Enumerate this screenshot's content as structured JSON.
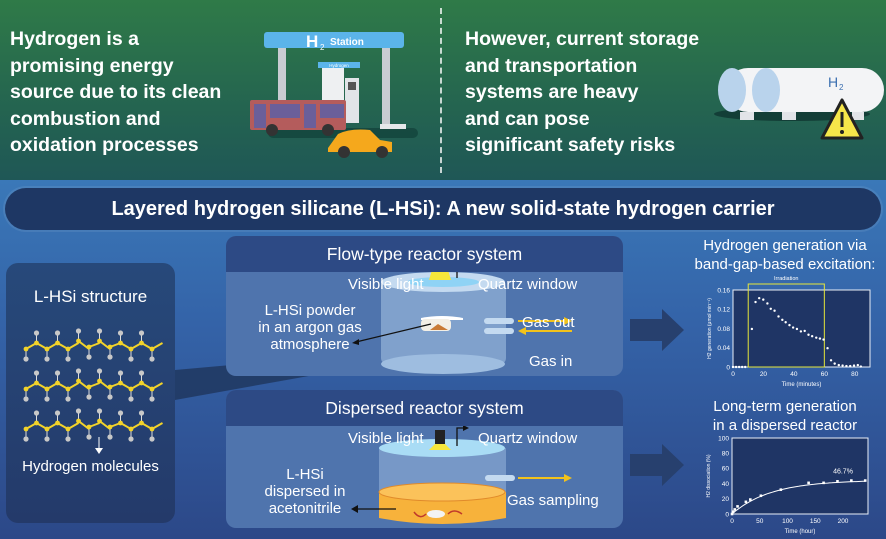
{
  "top": {
    "left_text": [
      "Hydrogen is a",
      "promising energy",
      "source due to its clean",
      "combustion and",
      "oxidation processes"
    ],
    "right_text": [
      "However, current storage",
      "and transportation",
      "systems are heavy",
      "and can pose",
      "significant safety risks"
    ],
    "station_sign": "Station",
    "station_h": "H",
    "station_sub": "2",
    "pump_label": "Hydrogen",
    "tank_label": "H",
    "tank_sub": "2"
  },
  "banner": {
    "title": "Layered hydrogen silicane (L-HSi): A new solid-state hydrogen carrier"
  },
  "structure": {
    "title": "L-HSi structure",
    "caption": "Hydrogen molecules"
  },
  "flow": {
    "title": "Flow-type reactor system",
    "visible_light": "Visible light",
    "quartz": "Quartz window",
    "powder": [
      "L-HSi powder",
      "in an argon gas",
      "atmosphere"
    ],
    "gas_out": "Gas out",
    "gas_in": "Gas in"
  },
  "dispersed": {
    "title": "Dispersed reactor system",
    "visible_light": "Visible light",
    "quartz": "Quartz window",
    "sample": [
      "L-HSi",
      "dispersed in",
      "acetonitrile"
    ],
    "gas_sampling": "Gas sampling"
  },
  "colors": {
    "light": "#f5e63a",
    "gas_arrow": "#f2c21b",
    "liquid": "#f7b23b",
    "si": "#f2d32a",
    "h": "#c8c8c8"
  },
  "chart_data": [
    {
      "type": "scatter",
      "title": [
        "Hydrogen generation via",
        "band-gap-based excitation:"
      ],
      "annotation": "Irradiation",
      "irradiation_range": [
        10,
        60
      ],
      "xlabel": "Time (minutes)",
      "ylabel": "H2 generation (μmol min⁻¹)",
      "xlim": [
        0,
        90
      ],
      "ylim": [
        0,
        0.16
      ],
      "xticks": [
        "0",
        "20",
        "40",
        "60",
        "80"
      ],
      "xtick_values": [
        0,
        20,
        40,
        60,
        80
      ],
      "yticks": [
        "0",
        "0.04",
        "0.08",
        "0.12",
        "0.16"
      ],
      "ytick_values": [
        0,
        0.04,
        0.08,
        0.12,
        0.16
      ],
      "x": [
        0,
        2,
        4,
        6,
        8,
        12.4,
        14.8,
        17.2,
        19.9,
        22.6,
        24.8,
        27.3,
        29.9,
        32.4,
        34.6,
        37.1,
        39.5,
        42,
        44.6,
        47.1,
        49.6,
        52,
        54.7,
        57.1,
        59.5,
        62.1,
        64.4,
        66.8,
        69.5,
        72,
        74.5,
        77,
        79.5,
        82,
        84
      ],
      "y": [
        0,
        0,
        0,
        0,
        0,
        0.079,
        0.135,
        0.143,
        0.14,
        0.132,
        0.121,
        0.117,
        0.105,
        0.098,
        0.093,
        0.087,
        0.082,
        0.079,
        0.074,
        0.075,
        0.067,
        0.064,
        0.061,
        0.059,
        0.057,
        0.039,
        0.014,
        0.007,
        0.004,
        0.003,
        0.002,
        0.002,
        0.003,
        0.004,
        0.001
      ]
    },
    {
      "type": "line",
      "title": [
        "Long-term generation",
        "in a dispersed reactor"
      ],
      "annotation": "46.7%",
      "xlabel": "Time (hour)",
      "ylabel": "H2 dissociation (%)",
      "xlim": [
        0,
        245
      ],
      "ylim": [
        0,
        100
      ],
      "xticks": [
        "0",
        "50",
        "100",
        "150",
        "200"
      ],
      "xtick_values": [
        0,
        50,
        100,
        150,
        200
      ],
      "yticks": [
        "0",
        "20",
        "40",
        "60",
        "80",
        "100"
      ],
      "ytick_values": [
        0,
        20,
        40,
        60,
        80,
        100
      ],
      "x": [
        0,
        2,
        5,
        10,
        25,
        33,
        52,
        88,
        138,
        165,
        190,
        215,
        240
      ],
      "y": [
        0,
        3,
        6,
        10,
        16,
        19,
        24,
        32,
        41,
        41,
        43,
        44,
        44
      ]
    }
  ]
}
